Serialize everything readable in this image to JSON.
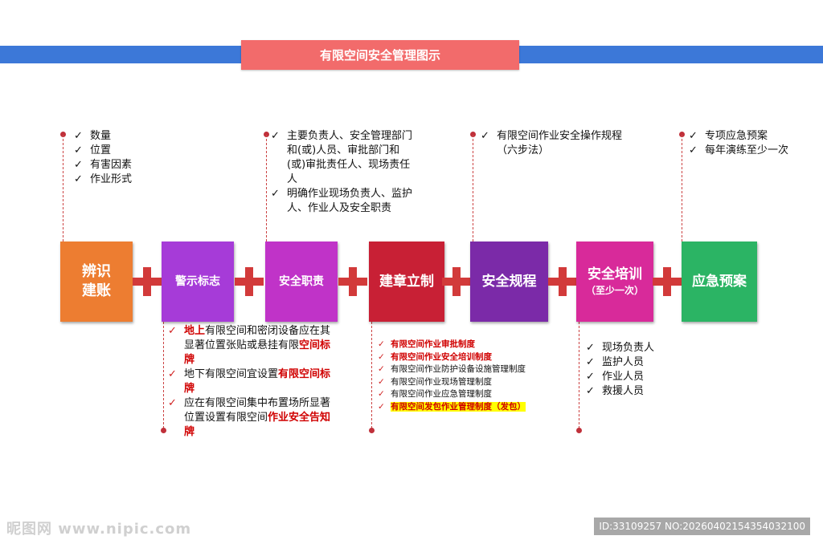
{
  "title": "有限空间安全管理图示",
  "colors": {
    "topbar": "#3c78d8",
    "title_bg": "#f26b6b",
    "plus": "#d23a3a",
    "highlight": "#d00000"
  },
  "steps": [
    {
      "label": "辨识\n建账",
      "color": "#ed7d31"
    },
    {
      "label": "警示标志",
      "color": "#a63bd8"
    },
    {
      "label": "安全职责",
      "color": "#c033c8"
    },
    {
      "label": "建章立制",
      "color": "#c82035"
    },
    {
      "label": "安全规程",
      "color": "#7b2aa8"
    },
    {
      "label": "安全培训",
      "sub": "（至少一次）",
      "color": "#d82a9a"
    },
    {
      "label": "应急预案",
      "color": "#2bb464"
    }
  ],
  "top_notes": {
    "identify": [
      "数量",
      "位置",
      "有害因素",
      "作业形式"
    ],
    "duties": [
      "主要负责人、安全管理部门和(或)人员、审批部门和(或)审批责任人、现场责任人",
      "明确作业现场负责人、监护人、作业人及安全职责"
    ],
    "procedure": [
      "有限空间作业安全操作规程（六步法）"
    ],
    "emergency": [
      "专项应急预案",
      "每年演练至少一次"
    ]
  },
  "bottom_notes": {
    "warning": [
      {
        "parts": [
          {
            "t": "地上",
            "hl": true
          },
          {
            "t": "有限空间和密闭设备应在其显著位置张贴或悬挂有限"
          },
          {
            "t": "空间标牌",
            "hl": true
          }
        ]
      },
      {
        "parts": [
          {
            "t": "地下有限空间宜设置"
          },
          {
            "t": "有限空间标牌",
            "hl": true
          }
        ]
      },
      {
        "parts": [
          {
            "t": "应在有限空间集中布置场所显著位置设置有限空间"
          },
          {
            "t": "作业安全告知牌",
            "hl": true
          }
        ]
      }
    ],
    "rules": [
      {
        "text": "有限空间作业审批制度",
        "hl": true
      },
      {
        "text": "有限空间作业安全培训制度",
        "hl": true
      },
      {
        "text": "有限空间作业防护设备设施管理制度"
      },
      {
        "text": "有限空间作业现场管理制度"
      },
      {
        "text": "有限空间作业应急管理制度"
      },
      {
        "text": "有限空间发包作业管理制度（发包）",
        "hl": true,
        "yellow": true
      }
    ],
    "training": [
      "现场负责人",
      "监护人员",
      "作业人员",
      "救援人员"
    ]
  },
  "watermark": {
    "left": "昵图网 www.nipic.com",
    "right": "ID:33109257 NO:20260402154354032100"
  }
}
